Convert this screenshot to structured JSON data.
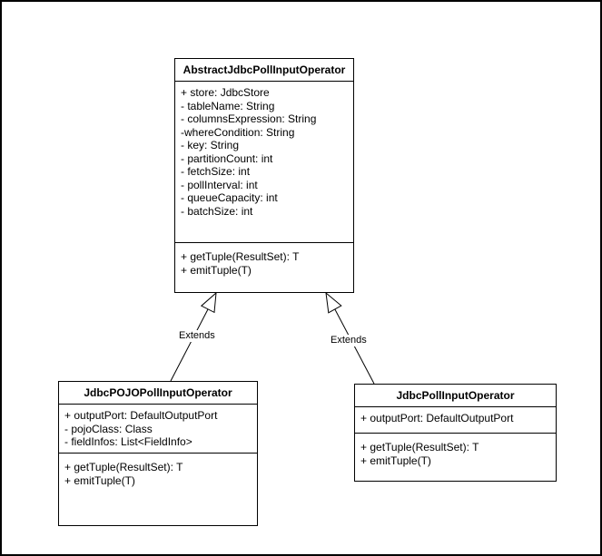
{
  "canvas": {
    "background": "#ffffff",
    "line_color": "#000000"
  },
  "classes": [
    {
      "name": "AbstractJdbcPollInputOperator",
      "attributes": [
        "+ store: JdbcStore",
        "- tableName: String",
        "- columnsExpression: String",
        "-whereCondition: String",
        "- key: String",
        "- partitionCount: int",
        "- fetchSize: int",
        "- pollInterval: int",
        "- queueCapacity: int",
        "- batchSize: int"
      ],
      "methods": [
        "+ getTuple(ResultSet): T",
        "+ emitTuple(T)"
      ]
    },
    {
      "name": "JdbcPOJOPollInputOperator",
      "attributes": [
        "+ outputPort: DefaultOutputPort",
        "- pojoClass: Class",
        "- fieldInfos: List<FieldInfo>"
      ],
      "methods": [
        "+ getTuple(ResultSet): T",
        "+ emitTuple(T)"
      ]
    },
    {
      "name": "JdbcPollInputOperator",
      "attributes": [
        "+ outputPort: DefaultOutputPort"
      ],
      "methods": [
        "+ getTuple(ResultSet): T",
        "+ emitTuple(T)"
      ]
    }
  ],
  "relationships": [
    {
      "type": "generalization",
      "label": "Extends",
      "from": "JdbcPOJOPollInputOperator",
      "to": "AbstractJdbcPollInputOperator"
    },
    {
      "type": "generalization",
      "label": "Extends",
      "from": "JdbcPollInputOperator",
      "to": "AbstractJdbcPollInputOperator"
    }
  ]
}
